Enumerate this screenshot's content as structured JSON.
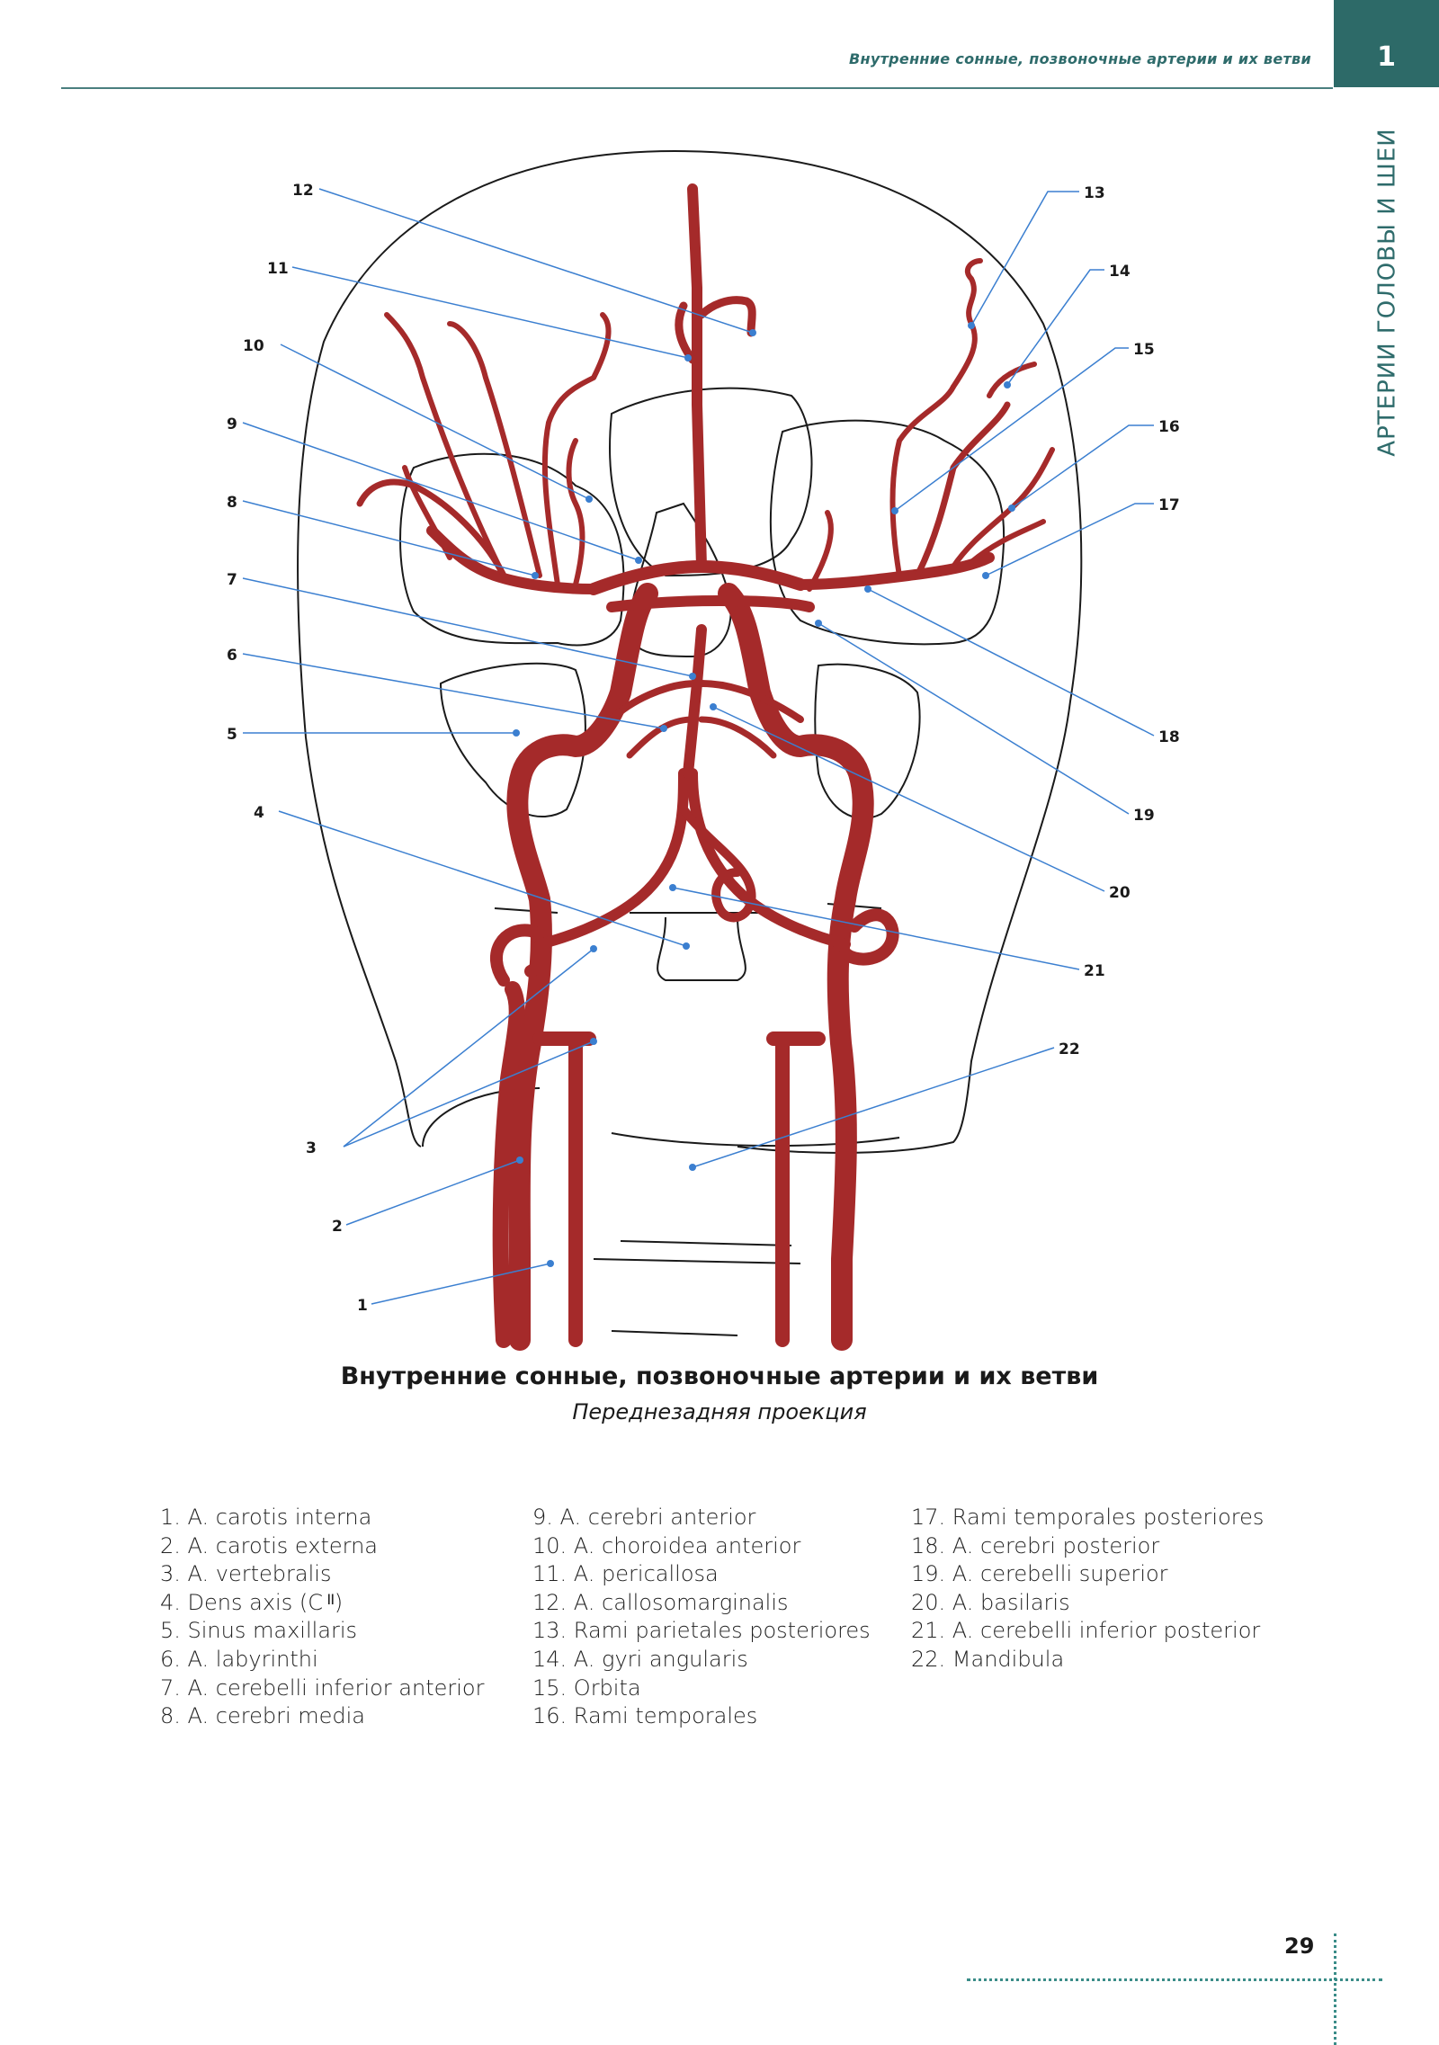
{
  "header": {
    "title": "Внутренние сонные, позвоночные артерии и их ветви",
    "chapter_number": "1",
    "section_label": "АРТЕРИИ ГОЛОВЫ И ШЕИ"
  },
  "figure": {
    "markers": [
      "1",
      "2",
      "3",
      "4",
      "5",
      "6",
      "7",
      "8",
      "9",
      "10",
      "11",
      "12",
      "13",
      "14",
      "15",
      "16",
      "17",
      "18",
      "19",
      "20",
      "21",
      "22"
    ]
  },
  "caption": {
    "title": "Внутренние сонные, позвоночные артерии и их ветви",
    "subtitle": "Переднезадняя проекция"
  },
  "legend": {
    "col1": [
      "1. A. carotis interna",
      "2. A. carotis externa",
      "3. A. vertebralis",
      "4. Dens axis (C ᴵᴵ)",
      "5. Sinus maxillaris",
      "6. A. labyrinthi",
      "7. A. cerebelli inferior anterior",
      "8. A. cerebri media"
    ],
    "col2": [
      "9. A. cerebri anterior",
      "10. A. choroidea anterior",
      "11. A. pericallosa",
      "12. A. callosomarginalis",
      "13. Rami parietales posteriores",
      "14. A. gyri angularis",
      "15. Orbita",
      "16. Rami temporales"
    ],
    "col3": [
      "17. Rami temporales posteriores",
      "18. A. cerebri posterior",
      "19. A. cerebelli superior",
      "20. A. basilaris",
      "21. A. cerebelli inferior posterior",
      "22. Mandibula"
    ]
  },
  "page_number": "29",
  "colors": {
    "artery": "#a52a2a",
    "leader": "#3b7fd0",
    "accent": "#2d6a68"
  }
}
